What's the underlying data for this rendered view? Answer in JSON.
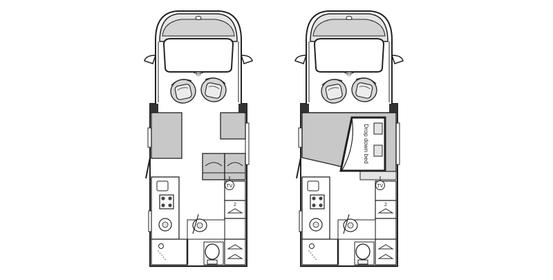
{
  "layouts": [
    {
      "id": "day",
      "bed_label": null
    },
    {
      "id": "night",
      "bed_label": "Drop down bed"
    }
  ],
  "labels": {
    "tv": "TV",
    "wardrobe_count": "2"
  },
  "colors": {
    "background": "#ffffff",
    "line": "#222222",
    "fill_gray": "#c8c8c8",
    "fill_light": "#e4e4e4",
    "fill_dark": "#333333"
  }
}
